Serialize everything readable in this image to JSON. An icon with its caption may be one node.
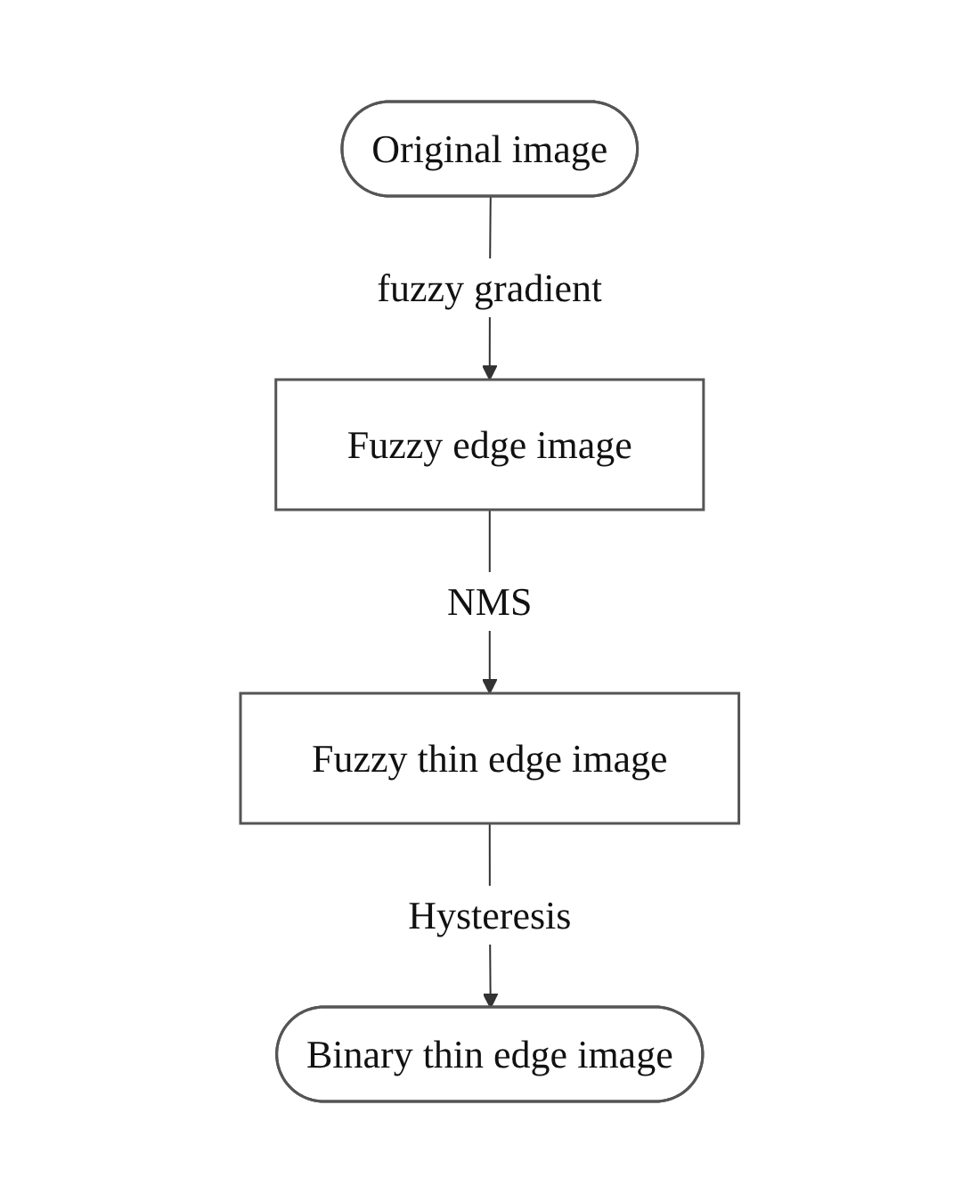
{
  "diagram": {
    "nodes": [
      {
        "text": [
          "Original image"
        ]
      },
      {
        "text": [
          "Fuzzy edge image"
        ]
      },
      {
        "text": [
          "Fuzzy thin edge image"
        ]
      },
      {
        "text": [
          "Binary thin edge image"
        ]
      }
    ],
    "edges": [
      {
        "from": 0,
        "to": 1,
        "arrow": "to",
        "label": "fuzzy gradient"
      },
      {
        "from": 1,
        "to": 2,
        "arrow": "to",
        "label": "NMS"
      },
      {
        "from": 2,
        "to": 3,
        "arrow": "to",
        "label": "Hysteresis"
      }
    ]
  }
}
